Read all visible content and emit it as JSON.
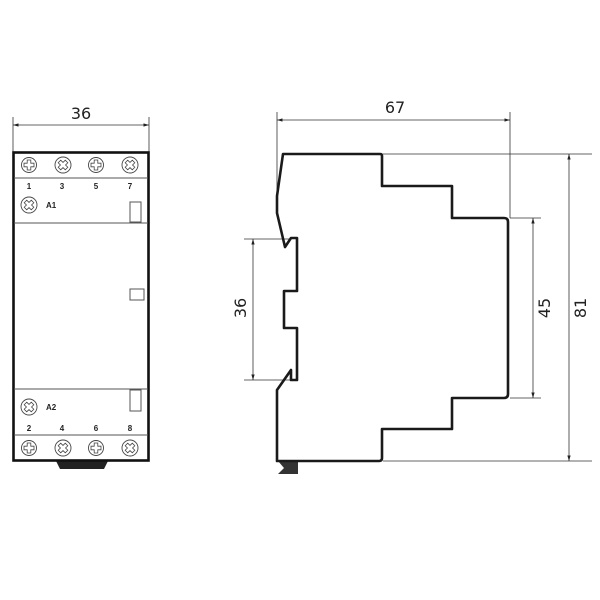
{
  "front_view": {
    "width_dimension": "36",
    "top_terminals": [
      "1",
      "3",
      "5",
      "7"
    ],
    "bottom_terminals": [
      "2",
      "4",
      "6",
      "8"
    ],
    "coil_top_label": "A1",
    "coil_bottom_label": "A2"
  },
  "side_view": {
    "depth_dimension": "67",
    "rail_dimension": "36",
    "front_height_dimension": "45",
    "total_height_dimension": "81"
  },
  "colors": {
    "line": "#1a1a1a",
    "background": "#ffffff"
  }
}
